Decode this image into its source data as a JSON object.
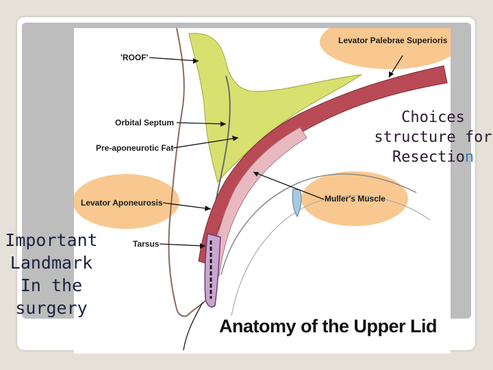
{
  "colors": {
    "background": "#e6e1d8",
    "highlight_oval": "#f8c890",
    "fat": "#d8e070",
    "muscle": "#b84a55",
    "accent_letter": "#2b7fc0"
  },
  "diagram": {
    "labels": {
      "roof": "'ROOF'",
      "orbital_septum": "Orbital Septum",
      "pre_aponeurotic_fat": "Pre-aponeurotic Fat",
      "levator_aponeurosis": "Levator Aponeurosis",
      "tarsus": "Tarsus",
      "levator_palebrae_superioris": "Levator Palebrae Superioris",
      "mullers_muscle": "Muller's Muscle"
    },
    "caption": "Anatomy of the Upper Lid"
  },
  "notes": {
    "left": [
      "Important",
      "Landmark",
      "In the",
      "surgery"
    ],
    "right": {
      "line1": "Choices",
      "line2": "structure for",
      "line3_main": "Resectio",
      "line3_accent": "n"
    }
  }
}
